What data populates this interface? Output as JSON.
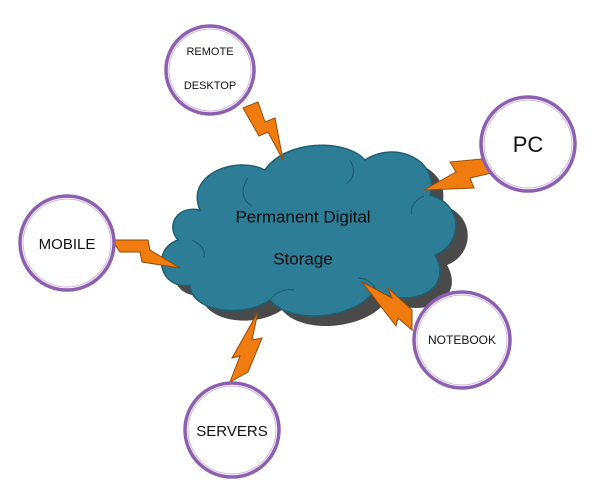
{
  "diagram": {
    "center": {
      "line1": "Permanent Digital",
      "line2": "Storage"
    },
    "nodes": {
      "remote_desktop": {
        "line1": "REMOTE",
        "line2": "DESKTOP"
      },
      "pc": {
        "label": "PC"
      },
      "mobile": {
        "label": "MOBILE"
      },
      "notebook": {
        "label": "NOTEBOOK"
      },
      "servers": {
        "label": "SERVERS"
      }
    },
    "colors": {
      "cloud_fill": "#2e7d96",
      "cloud_shadow": "#4c4c4c",
      "node_border": "#8d5fb0",
      "bolt": "#f07c10"
    }
  }
}
